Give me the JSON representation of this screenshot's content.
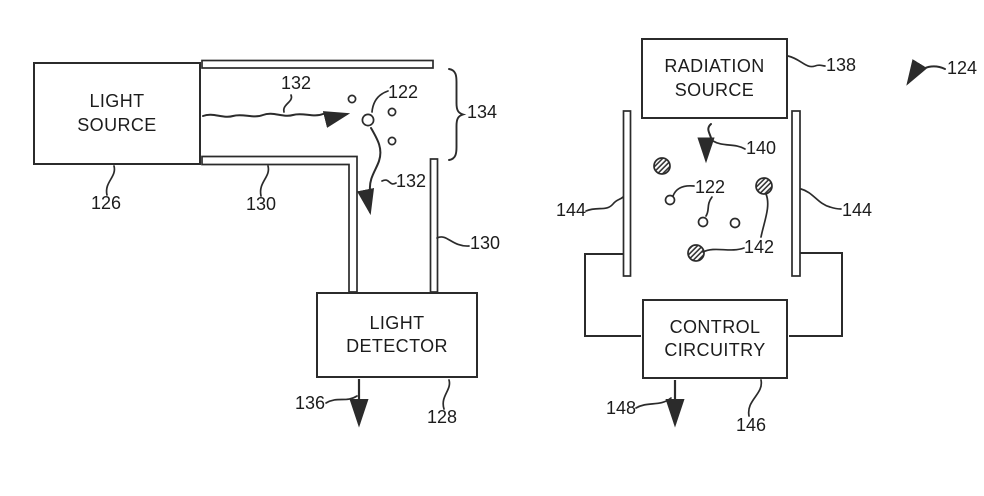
{
  "figure": {
    "type": "patent-schematic",
    "description_left": "light source, L-shaped channel, light detector",
    "description_right": "radiation source, charged plates, control circuitry"
  },
  "boxes": {
    "light_source": {
      "lines": [
        "LIGHT",
        "SOURCE"
      ]
    },
    "light_detector": {
      "lines": [
        "LIGHT",
        "DETECTOR"
      ]
    },
    "radiation_source": {
      "lines": [
        "RADIATION",
        "SOURCE"
      ]
    },
    "control_circuitry": {
      "lines": [
        "CONTROL",
        "CIRCUITRY"
      ]
    }
  },
  "labels": {
    "ref126": "126",
    "ref130_duct": "130",
    "ref130_wall": "130",
    "ref132_beam": "132",
    "ref132_path": "132",
    "ref122_left": "122",
    "ref134": "134",
    "ref136": "136",
    "ref128": "128",
    "ref138": "138",
    "ref124": "124",
    "ref140": "140",
    "ref144_left": "144",
    "ref144_right": "144",
    "ref122_right": "122",
    "ref142": "142",
    "ref148": "148",
    "ref146": "146"
  },
  "colors": {
    "ink": "#2b2b2b",
    "background": "#ffffff"
  }
}
